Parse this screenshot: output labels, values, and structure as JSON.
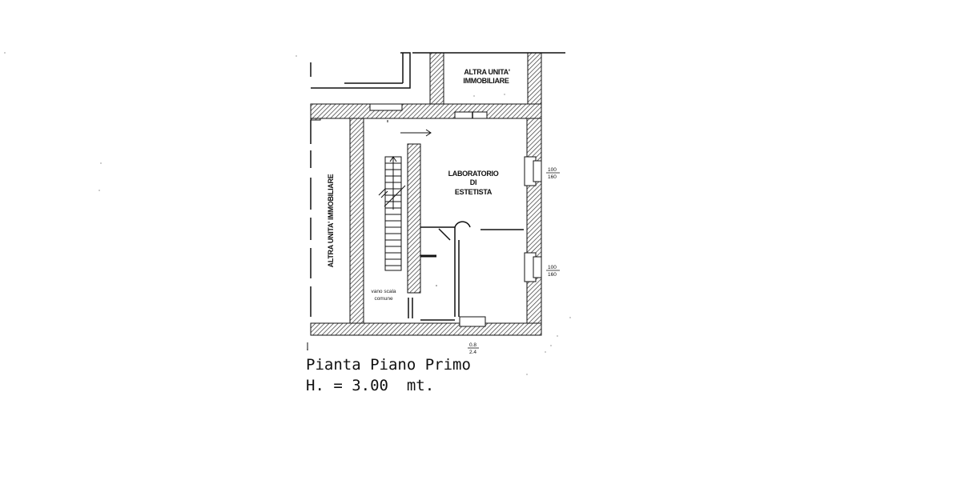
{
  "labels": {
    "other_unit_top_1": "ALTRA UNITA'",
    "other_unit_top_2": "IMMOBILIARE",
    "other_unit_left": "ALTRA UNITA' IMMOBILIARE",
    "lab_line1": "LABORATORIO",
    "lab_line2": "DI",
    "lab_line3": "ESTETISTA",
    "stair_line1": "vano scala",
    "stair_line2": "comune"
  },
  "windows": {
    "upper_num": "100",
    "upper_den": "160",
    "lower_num": "100",
    "lower_den": "160",
    "bottom_num": "0.8",
    "bottom_den": "2.4"
  },
  "caption": {
    "title": "Pianta Piano Primo",
    "height": "H. = 3.00  mt."
  },
  "colors": {
    "ink": "#111111",
    "hatch": "#333333"
  }
}
